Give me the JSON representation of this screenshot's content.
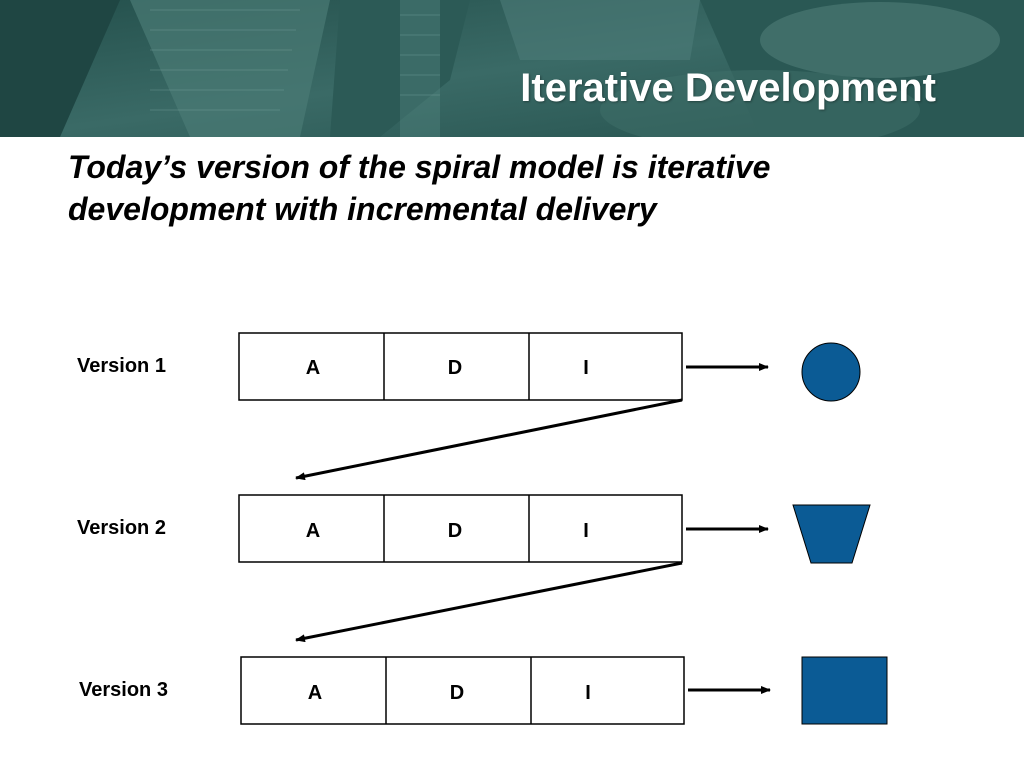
{
  "slide": {
    "title": "Iterative Development",
    "subtitle": "Today’s version of the spiral model is iterative development with incremental delivery"
  },
  "colors": {
    "banner": "#2f5b58",
    "shape_fill": "#0b5b95",
    "shape_stroke": "#000000"
  },
  "versions": [
    {
      "label": "Version 1",
      "cells": [
        "A",
        "D",
        "I"
      ],
      "output_shape": "circle-icon"
    },
    {
      "label": "Version 2",
      "cells": [
        "A",
        "D",
        "I"
      ],
      "output_shape": "trapezoid-icon"
    },
    {
      "label": "Version 3",
      "cells": [
        "A",
        "D",
        "I"
      ],
      "output_shape": "square-icon"
    }
  ]
}
